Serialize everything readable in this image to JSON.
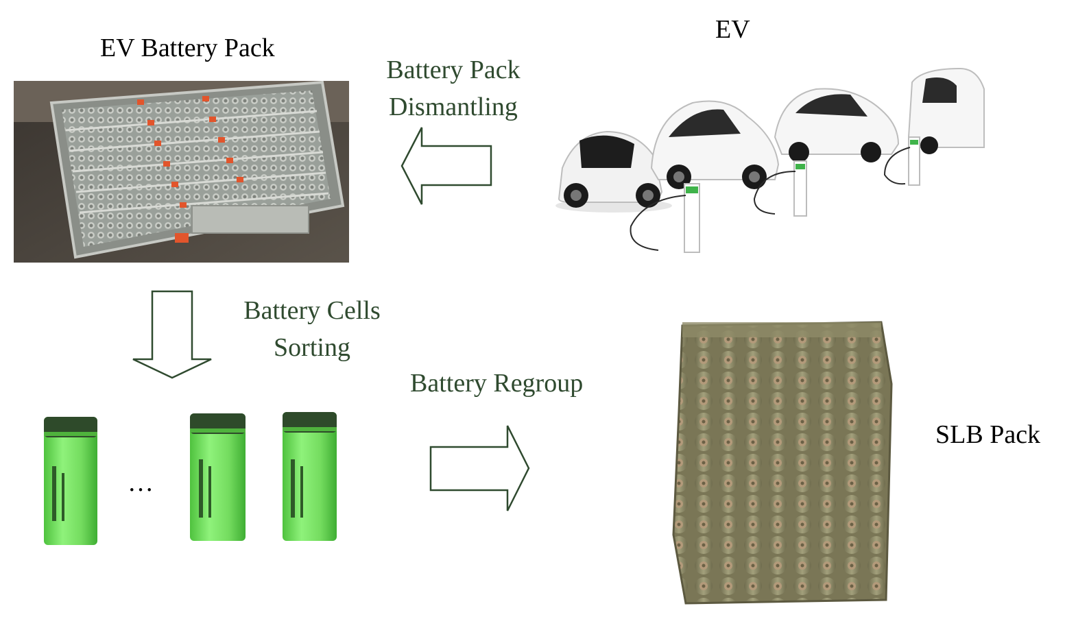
{
  "labels": {
    "ev_battery_pack": "EV Battery Pack",
    "ev": "EV",
    "dismantling_line1": "Battery Pack",
    "dismantling_line2": "Dismantling",
    "sorting_line1": "Battery Cells",
    "sorting_line2": "Sorting",
    "regroup": "Battery Regroup",
    "slb_pack": "SLB Pack",
    "ellipsis": "…"
  },
  "colors": {
    "arrow_stroke": "#2f4a2f",
    "step_text": "#2f4a2f",
    "title_text": "#000000",
    "cell_green": "#7fe06a",
    "cell_cap": "#2e4a2a",
    "slb_cell": "#8d8a66"
  },
  "icons": {
    "battery_pack_photo": "battery-pack-photo",
    "ev_photo": "electric-vehicles-photo",
    "cell_photo": "cylindrical-cell-photo",
    "slb_photo": "slb-pack-photo"
  }
}
